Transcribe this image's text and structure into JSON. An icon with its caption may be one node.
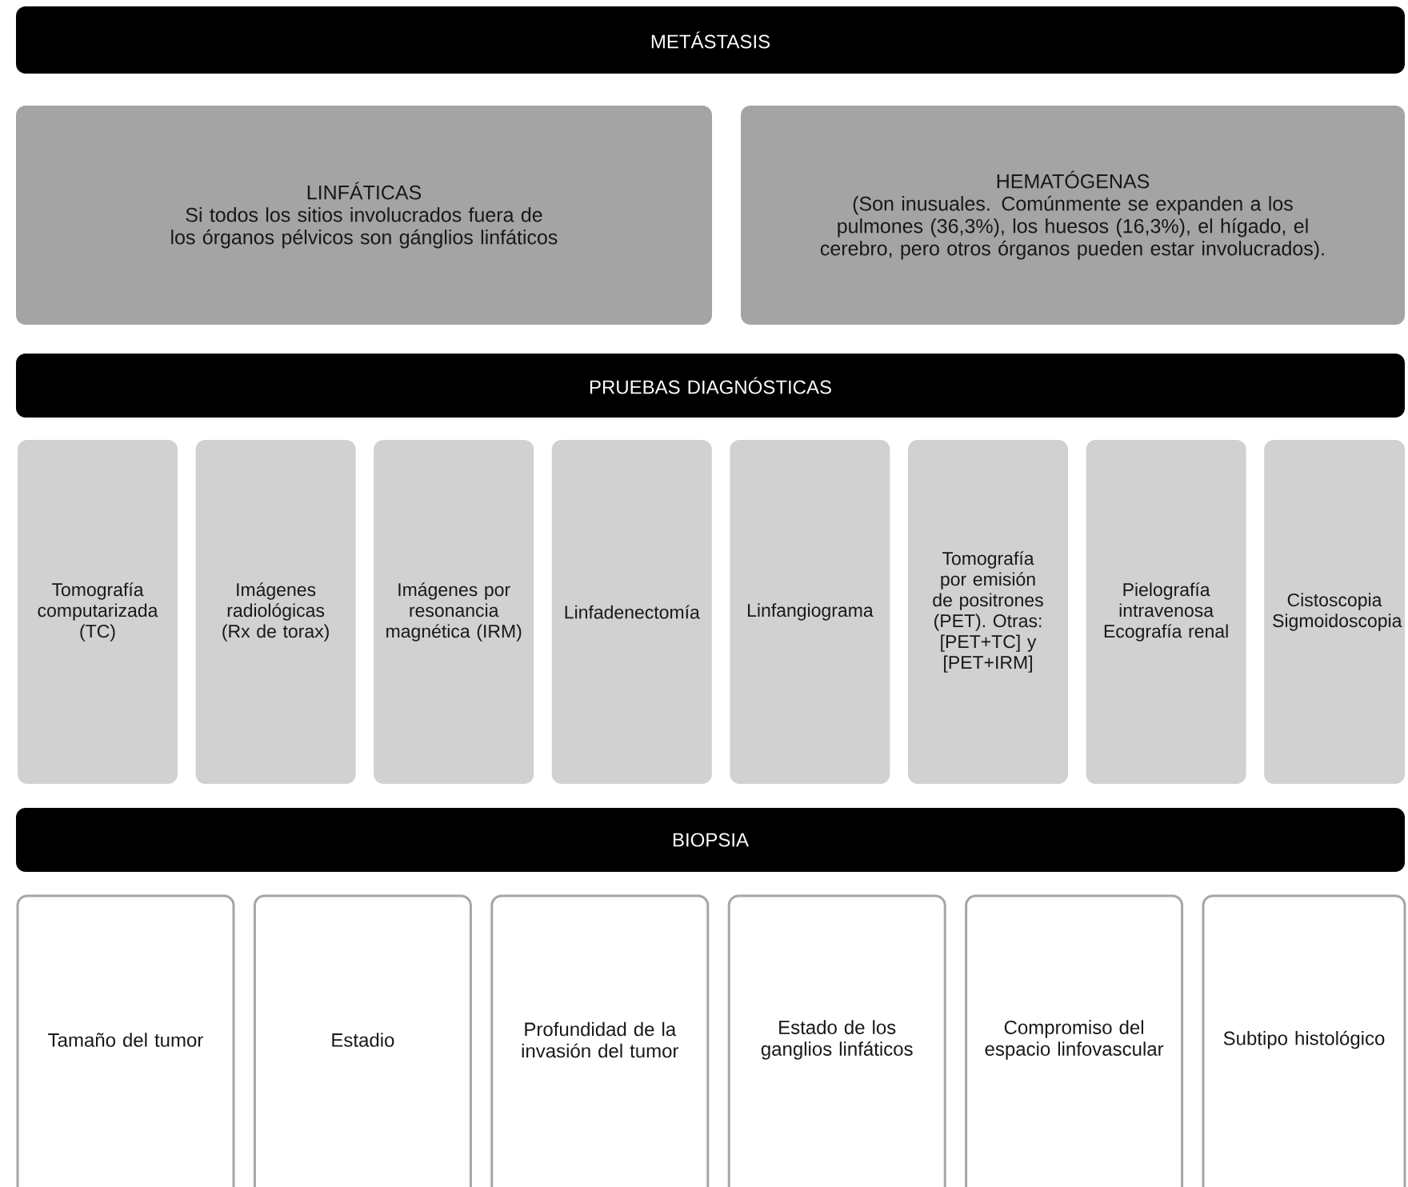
{
  "diagram": {
    "nodes": [
      {
        "text": [
          "METÁSTASIS"
        ]
      },
      {
        "text": [
          "LINFÁTICAS",
          "Si todos los sitios involucrados fuera de los órganos pélvicos son gánglios linfáticos"
        ]
      },
      {
        "text": [
          "HEMATÓGENAS",
          "(Son inusuales. Comúnmente se expanden a los pulmones (36,3%), los huesos (16,3%), el hígado, el cerebro, pero otros órganos pueden estar involucrados)."
        ]
      },
      {
        "text": [
          "PRUEBAS DIAGNÓSTICAS"
        ]
      },
      {
        "text": [
          "Tomografía computarizada (TC)"
        ]
      },
      {
        "text": [
          "Imágenes radiológicas (Rx de torax)"
        ]
      },
      {
        "text": [
          "Imágenes por resonancia magnética (IRM)"
        ]
      },
      {
        "text": [
          "Linfadenectomía"
        ]
      },
      {
        "text": [
          "Linfangiograma"
        ]
      },
      {
        "text": [
          "Tomografía por emisión de positrones (PET). Otras: [PET+TC] y [PET+IRM]"
        ]
      },
      {
        "text": [
          "Pielografía intravenosa Ecografía renal"
        ]
      },
      {
        "text": [
          "Cistoscopia Sigmoidoscopia"
        ]
      },
      {
        "text": [
          "BIOPSIA"
        ]
      },
      {
        "text": [
          "Tamaño del tumor"
        ]
      },
      {
        "text": [
          "Estadio"
        ]
      },
      {
        "text": [
          "Profundidad de la invasión del tumor"
        ]
      },
      {
        "text": [
          "Estado de los ganglios linfáticos"
        ]
      },
      {
        "text": [
          "Compromiso del espacio linfovascular"
        ]
      },
      {
        "text": [
          "Subtipo histológico"
        ]
      }
    ]
  }
}
